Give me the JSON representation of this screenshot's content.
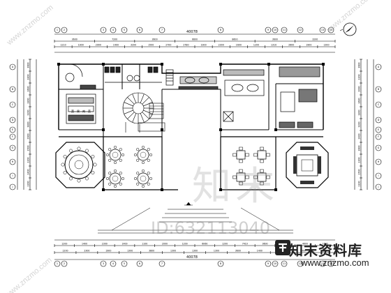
{
  "drawing": {
    "total_top": "40078",
    "total_bottom": "40078",
    "top_dims_row1": [
      "3600",
      "7200",
      "3600",
      "6600",
      "8600",
      "3600",
      "3200"
    ],
    "top_dims_row2": [
      "1210",
      "1900",
      "2900",
      "1400",
      "3200",
      "1500",
      "2700",
      "2780",
      "1900",
      "2300",
      "1600",
      "1200",
      "1310",
      "2600",
      "1900",
      "1300"
    ],
    "bottom_dims_row1": [
      "1200",
      "1400",
      "2300",
      "1400",
      "1100",
      "2000",
      "1200",
      "6060",
      "1200",
      "7410",
      "3600",
      "3300",
      "4600",
      "1600"
    ],
    "bottom_dims_row2": [
      "1200",
      "2300",
      "1900",
      "1300",
      "3800",
      "1300",
      "1300",
      "1300",
      "3600",
      "1400",
      "1400",
      "1300",
      "1300"
    ],
    "left_dims": [
      "3600",
      "1800",
      "1600",
      "1800",
      "3200",
      "3800",
      "2900",
      "1500",
      "1200",
      "1400",
      "1300"
    ],
    "right_dims": [
      "3600",
      "1200",
      "3000",
      "1600",
      "1800",
      "3200",
      "2400",
      "1600",
      "1300",
      "1500",
      "1100"
    ],
    "axis_top": [
      "1",
      "2",
      "3",
      "4",
      "5",
      "6",
      "7",
      "8",
      "9",
      "10",
      "11",
      "12",
      "13",
      "14"
    ],
    "axis_left": [
      "A",
      "B",
      "C",
      "D",
      "E",
      "F",
      "G",
      "H",
      "I",
      "J"
    ],
    "dish_labels": [
      "蔬",
      "果",
      "肉",
      "菜"
    ]
  },
  "watermark": {
    "big_text": "知末",
    "id_text": "ID:632113040",
    "logo_text": "知末资料库",
    "url_text": "www.znzmo.com",
    "corner_text": "www.znzmo.com"
  }
}
